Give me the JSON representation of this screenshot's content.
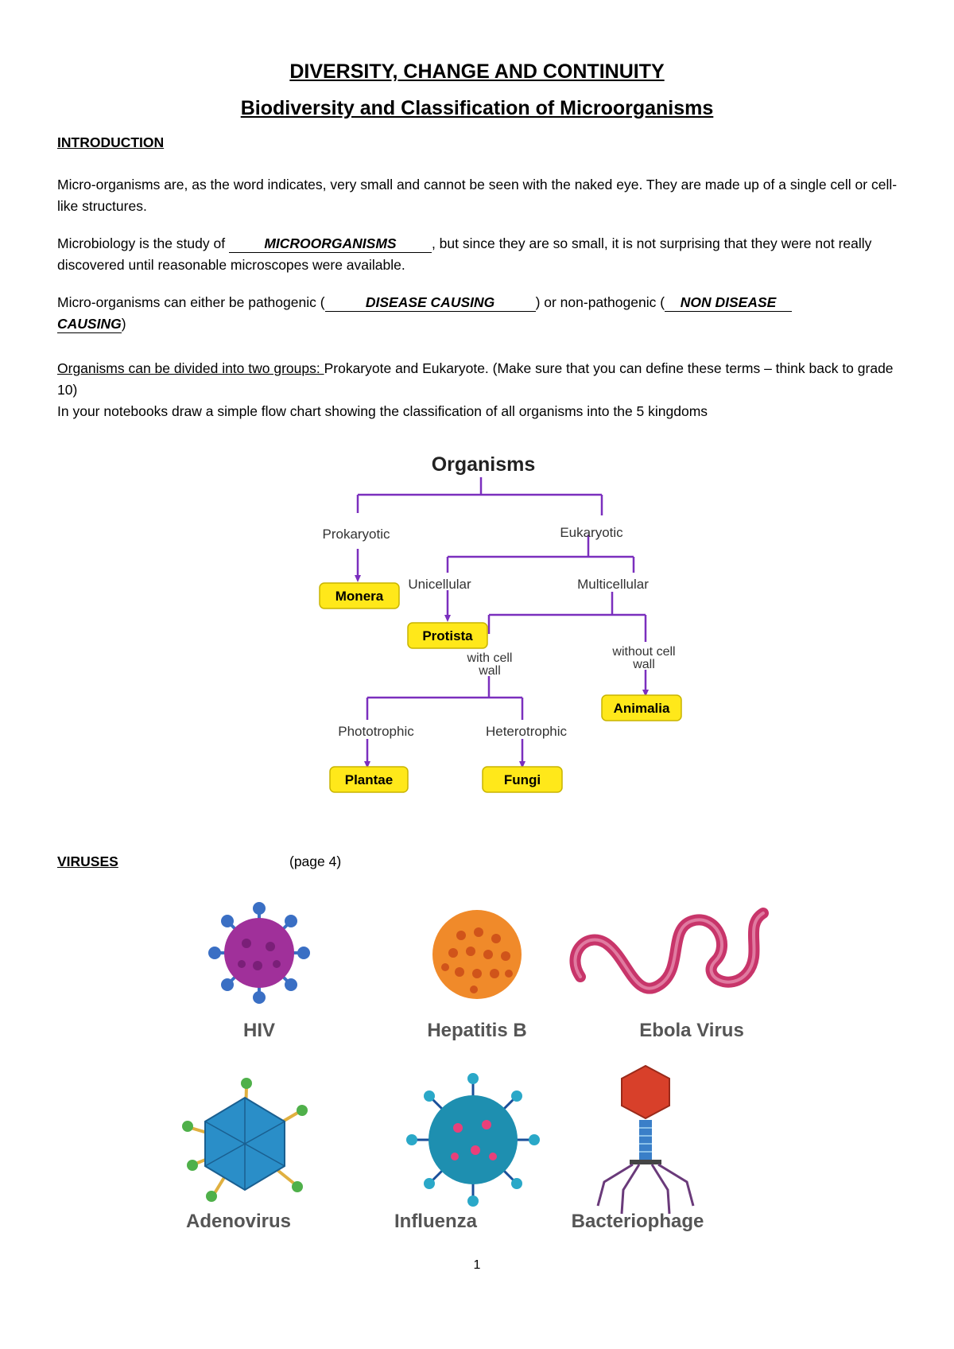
{
  "doc": {
    "title": "DIVERSITY, CHANGE AND CONTINUITY",
    "subtitle": "Biodiversity and Classification of Microorganisms",
    "intro_heading": "INTRODUCTION",
    "p1": "Micro-organisms are, as the word indicates, very small and cannot be seen with the naked eye. They are made up of a single cell or cell-like structures.",
    "p2_before": "Microbiology is the study of ",
    "p2_answer": "MICROORGANISMS",
    "p2_after": ", but since they are so small, it is not surprising that they were not really discovered until reasonable microscopes were available.",
    "p3_before": "Micro-organisms can either be pathogenic (",
    "p3_answer1": "DISEASE CAUSING",
    "p3_mid": ") or non-pathogenic (",
    "p3_answer2a": "NON DISEASE",
    "p3_answer2b": "CAUSING",
    "p3_end": ")",
    "p4_lead": "Organisms can be divided into two groups: ",
    "p4_rest": " Prokaryote and Eukaryote. (Make sure that you can define these terms – think back to grade 10)",
    "p5": "In your notebooks draw a simple flow chart showing the classification of all organisms into the 5 kingdoms",
    "viruses_heading": "VIRUSES",
    "viruses_page": "(page 4)",
    "page_number": "1"
  },
  "flowchart": {
    "root": "Organisms",
    "prokaryotic": "Prokaryotic",
    "eukaryotic": "Eukaryotic",
    "unicellular": "Unicellular",
    "multicellular": "Multicellular",
    "with_cell_wall_1": "with cell",
    "with_cell_wall_2": "wall",
    "without_cell_wall_1": "without cell",
    "without_cell_wall_2": "wall",
    "phototrophic": "Phototrophic",
    "heterotrophic": "Heterotrophic",
    "kingdoms": {
      "monera": "Monera",
      "protista": "Protista",
      "animalia": "Animalia",
      "plantae": "Plantae",
      "fungi": "Fungi"
    },
    "colors": {
      "line": "#7b2fbe",
      "box": "#ffe81a",
      "box_border": "#c8b400"
    }
  },
  "viruses": [
    {
      "label": "HIV",
      "icon": "hiv-virus-icon",
      "color": "#a0309a",
      "spike": "#3a6fc4"
    },
    {
      "label": "Hepatitis B",
      "icon": "hepatitis-b-virus-icon",
      "color": "#f08a2a",
      "spike": "#e0541a"
    },
    {
      "label": "Ebola Virus",
      "icon": "ebola-virus-icon",
      "color": "#c8356a",
      "spike": "#e07aa0"
    },
    {
      "label": "Adenovirus",
      "icon": "adenovirus-icon",
      "color": "#2a8ec8",
      "spike": "#e0b040"
    },
    {
      "label": "Influenza",
      "icon": "influenza-virus-icon",
      "color": "#1e8fb0",
      "spike": "#1a4f9a"
    },
    {
      "label": "Bacteriophage",
      "icon": "bacteriophage-icon",
      "color": "#d8402a",
      "spike": "#3a7fc8"
    }
  ]
}
